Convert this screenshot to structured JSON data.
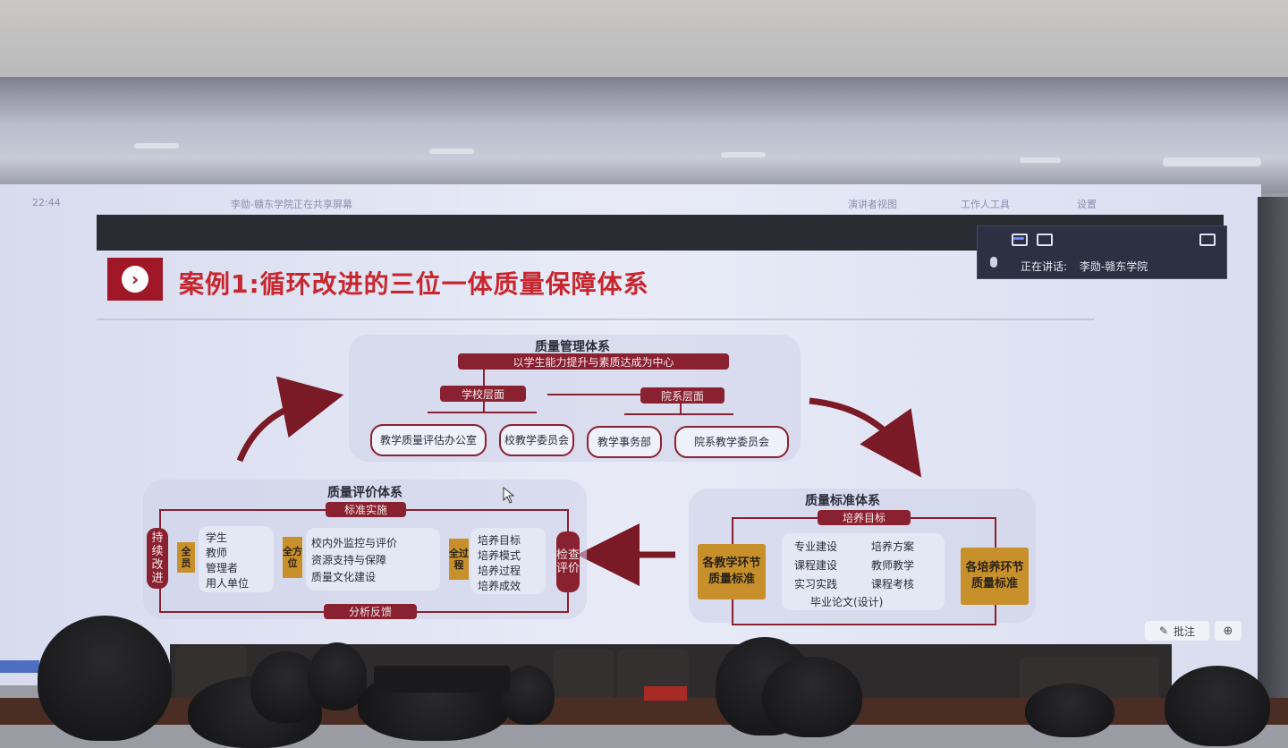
{
  "status_bar": {
    "time": "22:44",
    "tab_title": "李勋-赣东学院正在共享屏幕",
    "presenter_view": "演讲者视图",
    "workbench": "工作人工具",
    "settings": "设置"
  },
  "meeting_panel": {
    "speaking_label": "正在讲话:",
    "speaker_name": "李勋-赣东学院"
  },
  "slide": {
    "title": "案例1:循环改进的三位一体质量保障体系",
    "management": {
      "title": "质量管理体系",
      "center": "以学生能力提升与素质达成为中心",
      "school_level": "学校层面",
      "college_level": "院系层面",
      "boxes": [
        "教学质量评估办公室",
        "校教学委员会",
        "教学事务部",
        "院系教学委员会"
      ]
    },
    "evaluation": {
      "title": "质量评价体系",
      "top": "标准实施",
      "bottom": "分析反馈",
      "left_vertical": "持续改进",
      "right_vertical": "检查评价",
      "all_staff": "全员",
      "all_staff_items": [
        "学生",
        "教师",
        "管理者",
        "用人单位"
      ],
      "all_aspects": "全方位",
      "all_aspects_items": [
        "校内外监控与评价",
        "资源支持与保障",
        "质量文化建设"
      ],
      "all_process": "全过程",
      "all_process_items": [
        "培养目标",
        "培养模式",
        "培养过程",
        "培养成效"
      ]
    },
    "standards": {
      "title": "质量标准体系",
      "top": "培养目标",
      "left": "各教学环节质量标准",
      "right": "各培养环节质量标准",
      "items": [
        "专业建设",
        "培养方案",
        "课程建设",
        "教师教学",
        "实习实践",
        "课程考核"
      ],
      "last_item": "毕业论文(设计)"
    }
  },
  "tools": {
    "annotate": "批注"
  },
  "colors": {
    "title_red": "#c8262e",
    "pill_maroon": "#8a2130",
    "gold": "#c8902a"
  }
}
